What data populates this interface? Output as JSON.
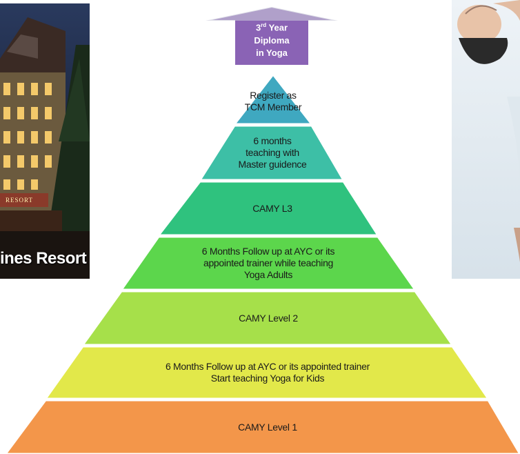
{
  "resort_photo": {
    "caption": "ines Resort",
    "sign_text": "RESORT"
  },
  "arrow": {
    "ordinal_number": "3",
    "ordinal_suffix": "rd",
    "line1_rest": " Year",
    "line2": "Diploma",
    "line3": "in Yoga"
  },
  "levels": [
    {
      "lines": [
        "Register as",
        "TCM Member"
      ],
      "color": "#3fa8c0"
    },
    {
      "lines": [
        "6 months",
        "teaching with",
        "Master guidence"
      ],
      "color": "#3dbfa6"
    },
    {
      "lines": [
        "CAMY L3"
      ],
      "color": "#2fc27e"
    },
    {
      "lines": [
        "6 Months Follow up at AYC or its",
        "appointed trainer while teaching",
        "Yoga Adults"
      ],
      "color": "#5cd64c"
    },
    {
      "lines": [
        "CAMY Level 2"
      ],
      "color": "#a6e04a"
    },
    {
      "lines": [
        "6 Months Follow up at AYC or its appointed trainer",
        "Start teaching Yoga for Kids"
      ],
      "color": "#e2e84a"
    },
    {
      "lines": [
        "CAMY Level 1"
      ],
      "color": "#f3964a"
    }
  ],
  "colors": {
    "arrow": "#8a63b5",
    "arrow_dark": "#6a4a98"
  }
}
